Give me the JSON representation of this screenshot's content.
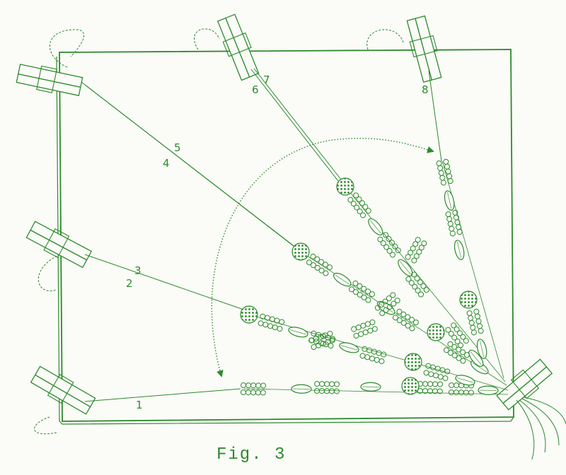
{
  "figure": {
    "caption": "Fig. 3"
  },
  "labels": {
    "l1": "1",
    "l2": "2",
    "l3": "3",
    "l4": "4",
    "l5": "5",
    "l6": "6",
    "l7": "7",
    "l8": "8"
  },
  "colors": {
    "ink": "#2d8a2d",
    "paper": "#fbfbf7"
  }
}
